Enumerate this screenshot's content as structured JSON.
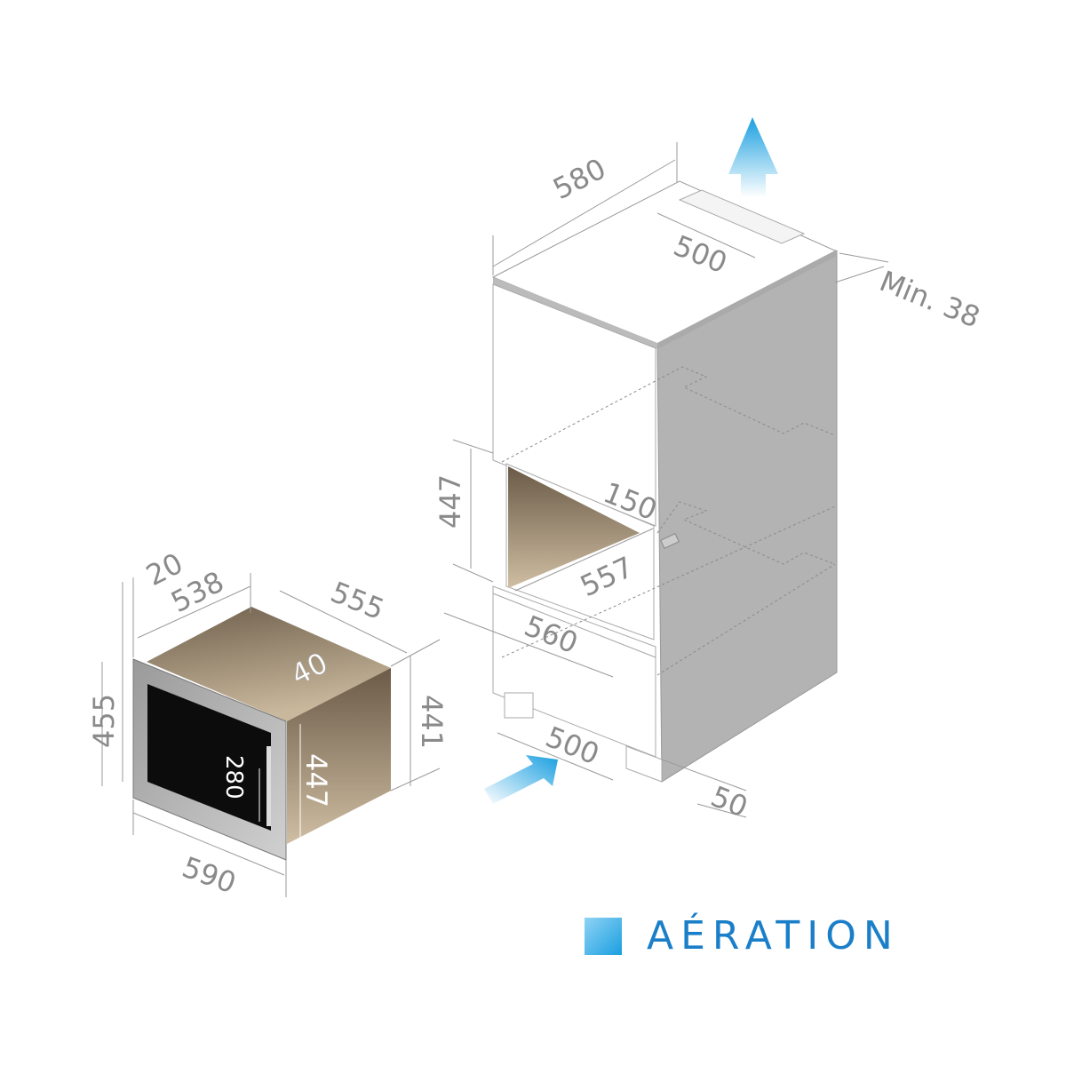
{
  "microwave": {
    "dims": {
      "d20": "20",
      "d538": "538",
      "d555": "555",
      "d40": "40",
      "d455": "455",
      "d441": "441",
      "d447": "447",
      "d280": "280",
      "d590": "590"
    }
  },
  "cabinet": {
    "dims": {
      "d580": "580",
      "d500_top": "500",
      "min38": "Min. 38",
      "d447": "447",
      "d150": "150",
      "d557": "557",
      "d560": "560",
      "d500_bottom": "500",
      "d50": "50"
    }
  },
  "legend": {
    "label": "AÉRATION",
    "color": "#1a9fe0"
  }
}
